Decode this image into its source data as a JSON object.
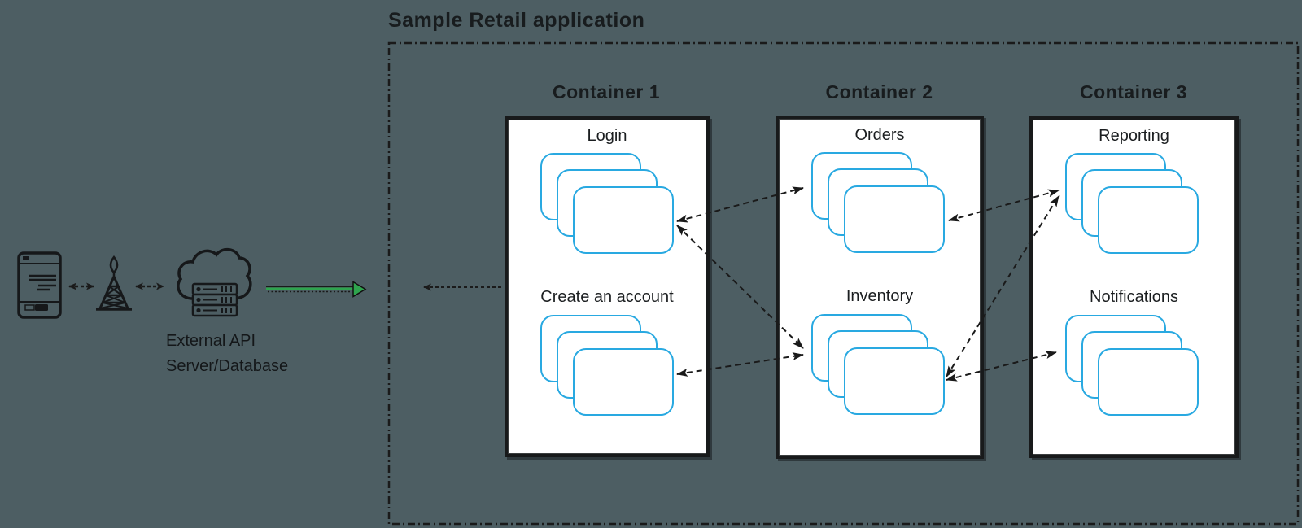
{
  "title": "Sample Retail application",
  "external_system": {
    "label_line1": "External API",
    "label_line2": "Server/Database"
  },
  "icons": {
    "mobile_phone": "mobile-phone-icon",
    "radio_tower": "radio-tower-icon",
    "cloud_server": "cloud-server-icon"
  },
  "containers": [
    {
      "title": "Container 1",
      "services": [
        {
          "label": "Login"
        },
        {
          "label": "Create an account"
        }
      ]
    },
    {
      "title": "Container 2",
      "services": [
        {
          "label": "Orders"
        },
        {
          "label": "Inventory"
        }
      ]
    },
    {
      "title": "Container 3",
      "services": [
        {
          "label": "Reporting"
        },
        {
          "label": "Notifications"
        }
      ]
    }
  ],
  "connections": [
    {
      "from": "Mobile device",
      "to": "Radio tower",
      "style": "dashed",
      "arrows": "both"
    },
    {
      "from": "Radio tower",
      "to": "External API Server/Database",
      "style": "dashed",
      "arrows": "both"
    },
    {
      "from": "External API Server/Database",
      "to": "Sample Retail application",
      "style": "solid-green",
      "arrows": "end"
    },
    {
      "from": "Container 1",
      "to": "Application boundary",
      "style": "dashed",
      "arrows": "end"
    },
    {
      "from": "Login",
      "to": "Orders",
      "style": "dashed",
      "arrows": "both"
    },
    {
      "from": "Login",
      "to": "Inventory",
      "style": "dashed",
      "arrows": "both"
    },
    {
      "from": "Create an account",
      "to": "Inventory",
      "style": "dashed",
      "arrows": "both"
    },
    {
      "from": "Orders",
      "to": "Reporting",
      "style": "dashed",
      "arrows": "both"
    },
    {
      "from": "Inventory",
      "to": "Reporting",
      "style": "dashed",
      "arrows": "both"
    },
    {
      "from": "Inventory",
      "to": "Notifications",
      "style": "dashed",
      "arrows": "both"
    }
  ],
  "colors": {
    "background": "#4d5e63",
    "ink": "#1a1a1a",
    "card_border": "#29a9e1",
    "container_fill": "#ffffff",
    "green_arrow": "#2fa44e"
  }
}
